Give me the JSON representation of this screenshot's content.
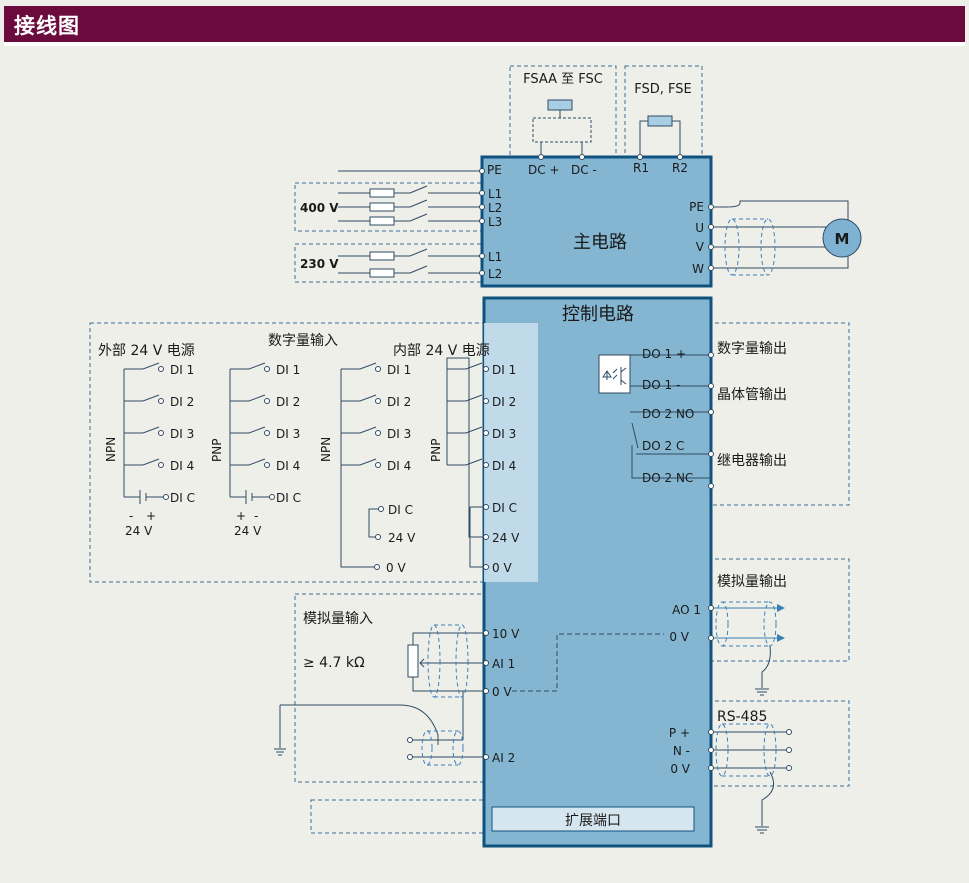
{
  "page": {
    "title": "接线图"
  },
  "supply": {
    "v400": "400 V",
    "v230": "230 V"
  },
  "braking": {
    "fsaa_fsc": "FSAA 至 FSC",
    "fsd_fse": "FSD, FSE"
  },
  "main": {
    "label": "主电路",
    "top_terminals": [
      "PE",
      "DC +",
      "DC -",
      "R1",
      "R2"
    ],
    "left_terminals_400": [
      "L1",
      "L2",
      "L3"
    ],
    "left_terminals_230": [
      "L1",
      "L2"
    ],
    "right_terminals": [
      "PE",
      "U",
      "V",
      "W"
    ],
    "motor": "M"
  },
  "control": {
    "label": "控制电路",
    "di_terminals": [
      "DI 1",
      "DI 2",
      "DI 3",
      "DI 4",
      "DI C",
      "24 V",
      "0 V"
    ],
    "ai_terminals": [
      "10 V",
      "AI 1",
      "0 V",
      "AI 2"
    ],
    "expansion": "扩展端口"
  },
  "digital_input": {
    "title": "数字量输入",
    "external_supply": "外部 24 V 电源",
    "internal_supply": "内部 24 V 电源",
    "npn": "NPN",
    "pnp": "PNP",
    "switch_labels": [
      "DI 1",
      "DI 2",
      "DI 3",
      "DI 4",
      "DI C"
    ],
    "internal_labels": [
      "DI C",
      "24 V",
      "0 V"
    ],
    "plus": "+",
    "minus": "-",
    "v24": "24 V"
  },
  "analog_input": {
    "title": "模拟量输入",
    "resistance": "≥ 4.7 kΩ"
  },
  "digital_output": {
    "title": "数字量输出",
    "transistor": "晶体管输出",
    "relay": "继电器输出",
    "terminals": [
      "DO 1 +",
      "DO 1 -",
      "DO 2 NO",
      "DO 2 C",
      "DO 2 NC"
    ]
  },
  "analog_output": {
    "title": "模拟量输出",
    "terminals": [
      "AO 1",
      "0 V"
    ]
  },
  "rs485": {
    "title": "RS-485",
    "terminals": [
      "P +",
      "N -",
      "0 V"
    ]
  }
}
